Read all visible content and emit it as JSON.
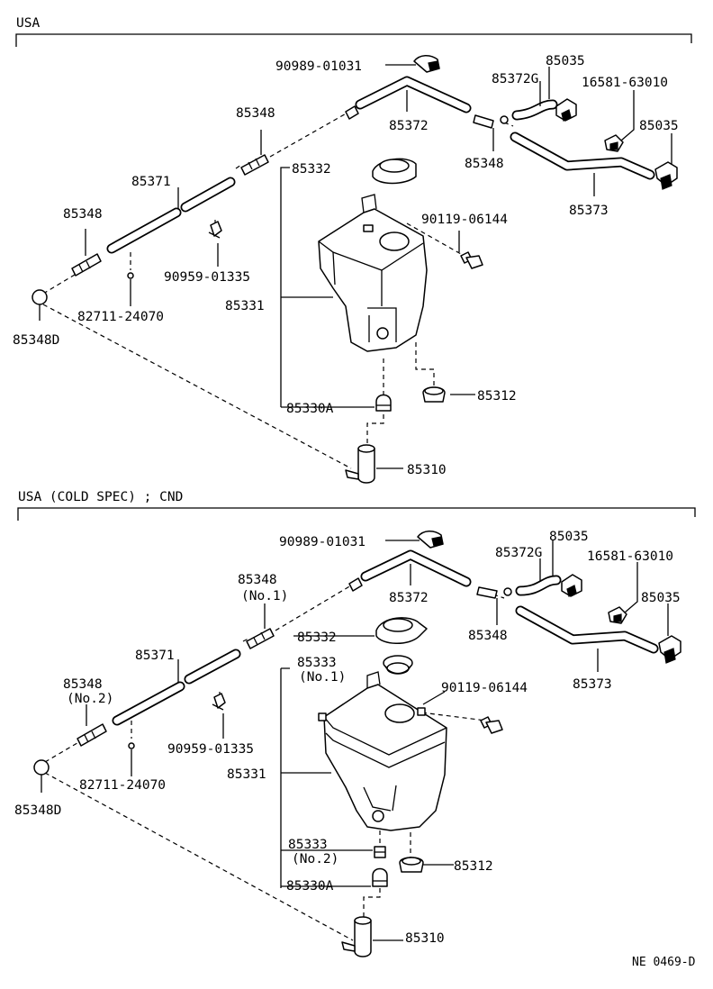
{
  "sections": [
    {
      "heading": "USA",
      "labels": {
        "clamp_90989": "90989-01031",
        "nozzle_85035_a": "85035",
        "hose_85372g": "85372G",
        "valve_16581": "16581-63010",
        "nozzle_85035_b": "85035",
        "pipe_85372": "85372",
        "joint_85348_top": "85348",
        "joint_85348_right": "85348",
        "cap_85332": "85332",
        "hose_85371": "85371",
        "hose_85373": "85373",
        "joint_85348_left": "85348",
        "bolt_90119": "90119-06144",
        "clip_90959": "90959-01335",
        "tank_85331": "85331",
        "clip_82711": "82711-24070",
        "joint_85348d": "85348D",
        "grommet_85330a": "85330A",
        "grommet_85312": "85312",
        "motor_85310": "85310"
      }
    },
    {
      "heading": "USA  (COLD SPEC) ; CND",
      "labels": {
        "clamp_90989": "90989-01031",
        "nozzle_85035_a": "85035",
        "hose_85372g": "85372G",
        "valve_16581": "16581-63010",
        "nozzle_85035_b": "85035",
        "joint_85348_top": "85348",
        "joint_85348_top_sub": "(No.1)",
        "pipe_85372": "85372",
        "joint_85348_right": "85348",
        "cap_85332": "85332",
        "filter_85333_a": "85333",
        "filter_85333_a_sub": "(No.1)",
        "hose_85371": "85371",
        "hose_85373": "85373",
        "joint_85348_left": "85348",
        "joint_85348_left_sub": "(No.2)",
        "bolt_90119": "90119-06144",
        "clip_90959": "90959-01335",
        "tank_85331": "85331",
        "clip_82711": "82711-24070",
        "joint_85348d": "85348D",
        "filter_85333_b": "85333",
        "filter_85333_b_sub": "(No.2)",
        "grommet_85312": "85312",
        "grommet_85330a": "85330A",
        "motor_85310": "85310"
      }
    }
  ],
  "footer": {
    "code": "NE  0469-D"
  }
}
